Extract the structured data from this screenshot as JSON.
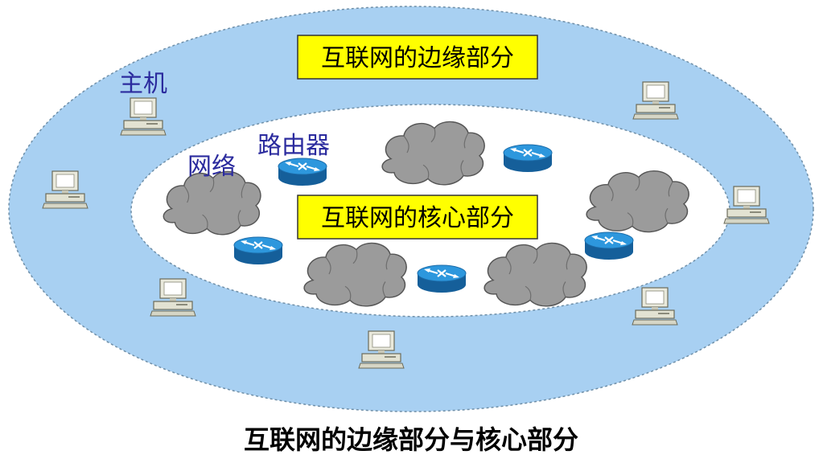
{
  "edge_title": "互联网的边缘部分",
  "core_title": "互联网的核心部分",
  "host_label": "主机",
  "network_label": "网络",
  "router_label": "路由器",
  "caption": "互联网的边缘部分与核心部分",
  "colors": {
    "edge_fill": "#a8d0f2",
    "core_fill": "#ffffff",
    "title_box": "#ffff00",
    "label_text": "#2b2b9e",
    "cloud": "#9b9b9b",
    "router": "#1f7fc4"
  },
  "icons": {
    "host": "desktop-computer-icon",
    "network": "cloud-icon",
    "router": "router-icon"
  }
}
